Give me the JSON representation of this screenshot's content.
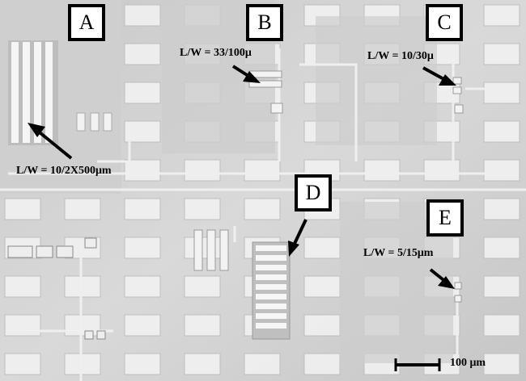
{
  "panels": [
    {
      "letter": "A",
      "annotation": "L/W = 10/2X500μm"
    },
    {
      "letter": "B",
      "annotation": "L/W = 33/100μ"
    },
    {
      "letter": "C",
      "annotation": "L/W = 10/30μ"
    },
    {
      "letter": "D",
      "annotation": ""
    },
    {
      "letter": "E",
      "annotation": "L/W = 5/15μm"
    }
  ],
  "scale_bar": {
    "label": "100 μm"
  }
}
